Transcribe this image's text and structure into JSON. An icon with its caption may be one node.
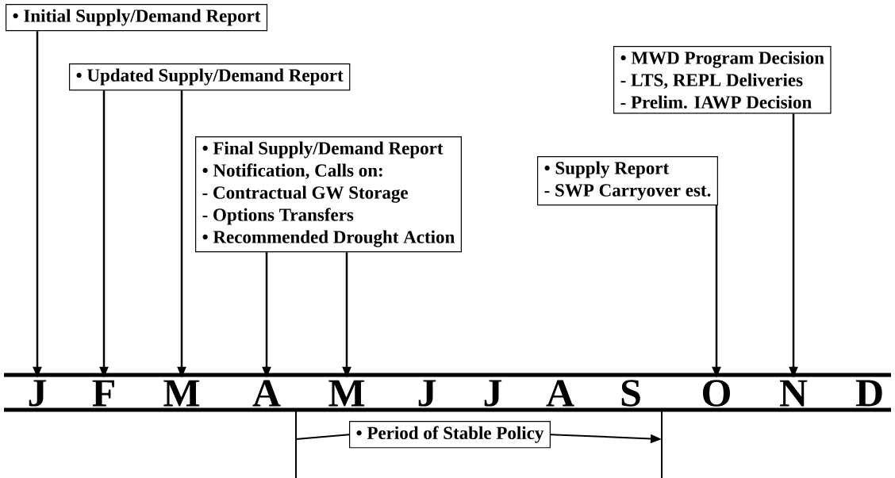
{
  "diagram": {
    "nodes": [
      {
        "text": [
          "• Initial Supply/Demand Report"
        ]
      },
      {
        "text": [
          "• Updated Supply/Demand Report"
        ]
      },
      {
        "text": [
          "• Final Supply/Demand Report",
          "• Notification, Calls on:",
          "- Contractual GW Storage",
          "- Options Transfers",
          "• Recommended Drought Action"
        ]
      },
      {
        "text": [
          "• Supply Report",
          "- SWP Carryover est."
        ]
      },
      {
        "text": [
          "• MWD Program Decision",
          "- LTS, REPL Deliveries",
          "- Prelim. IAWP Decision"
        ]
      },
      {
        "text": [
          "• Period of Stable Policy"
        ]
      },
      {
        "text": [
          "J"
        ]
      },
      {
        "text": [
          "F"
        ]
      },
      {
        "text": [
          "M"
        ]
      },
      {
        "text": [
          "A"
        ]
      },
      {
        "text": [
          "M"
        ]
      },
      {
        "text": [
          "J"
        ]
      },
      {
        "text": [
          "J"
        ]
      },
      {
        "text": [
          "A"
        ]
      },
      {
        "text": [
          "S"
        ]
      },
      {
        "text": [
          "O"
        ]
      },
      {
        "text": [
          "N"
        ]
      },
      {
        "text": [
          "D"
        ]
      }
    ],
    "edges": [
      {
        "from": 0,
        "to": 6,
        "arrow": "to"
      },
      {
        "from": 1,
        "to": 7,
        "arrow": "to"
      },
      {
        "from": 1,
        "to": 8,
        "arrow": "to"
      },
      {
        "from": 2,
        "to": 9,
        "arrow": "to"
      },
      {
        "from": 2,
        "to": 10,
        "arrow": "to"
      },
      {
        "from": 3,
        "to": 15,
        "arrow": "to"
      },
      {
        "from": 4,
        "to": 16,
        "arrow": "to"
      },
      {
        "from": null,
        "to": 5,
        "arrow": "none"
      },
      {
        "from": 5,
        "to": null,
        "arrow": "to"
      }
    ]
  }
}
